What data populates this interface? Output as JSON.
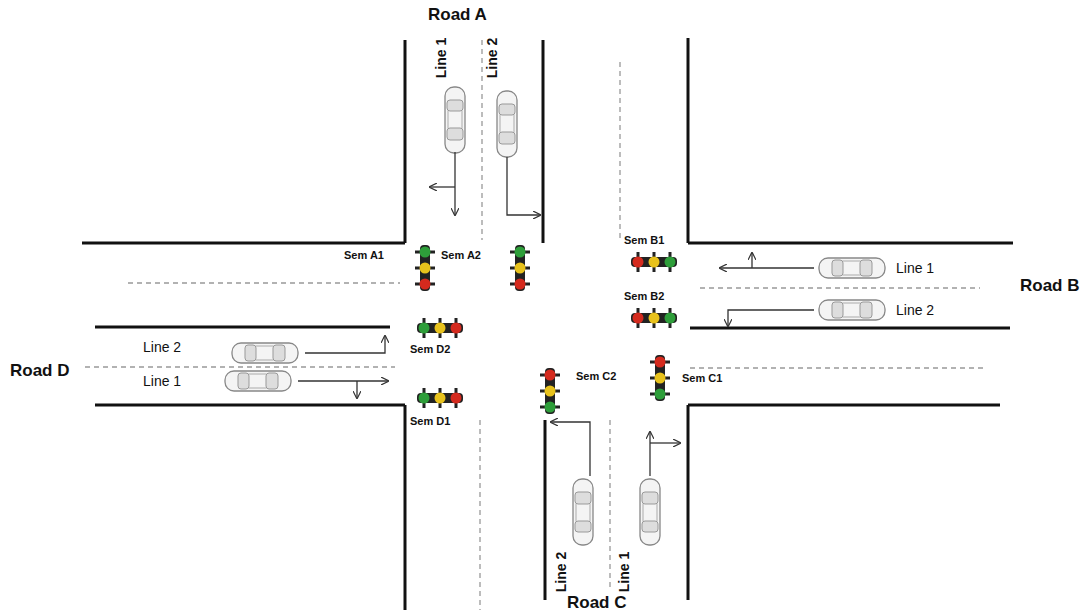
{
  "diagram": {
    "labels": [
      "Road A",
      "Line 1",
      "Line 2",
      "Sem A1",
      "Sem A2",
      "Sem B1",
      "Line 1",
      "Road B",
      "Sem B2",
      "Line 2",
      "Line 2",
      "Sem D2",
      "Road D",
      "Line 1",
      "Sem C2",
      "Sem C1",
      "Sem D1",
      "Line 2",
      "Line 1",
      "Road C"
    ]
  }
}
